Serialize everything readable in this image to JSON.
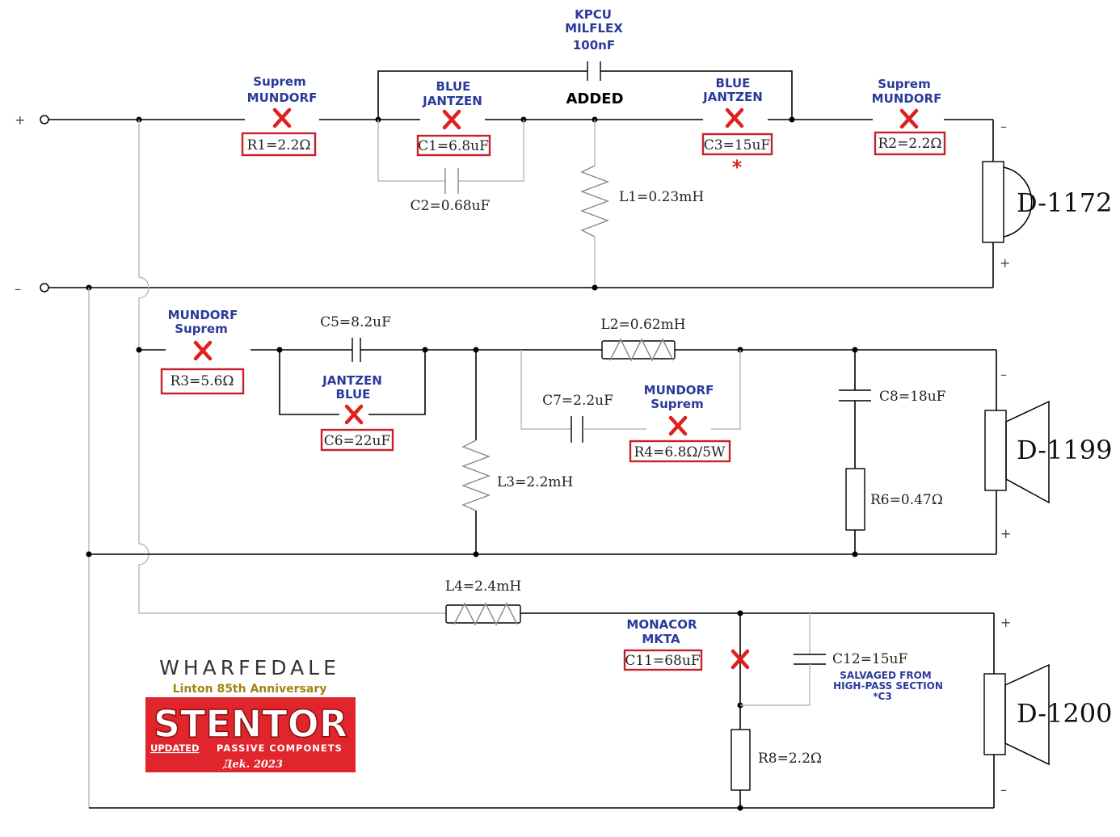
{
  "terminals": {
    "plus": "+",
    "minus": "–"
  },
  "tweeter": {
    "speaker": "D-1172",
    "r1": {
      "label": "R1=2.2Ω",
      "brand1": "Suprem",
      "brand2": "MUNDORF"
    },
    "c1": {
      "label": "C1=6.8uF",
      "brand1": "BLUE",
      "brand2": "JANTZEN"
    },
    "c2": {
      "label": "C2=0.68uF"
    },
    "l1": {
      "label": "L1=0.23mH"
    },
    "c3": {
      "label": "C3=15uF",
      "brand1": "BLUE",
      "brand2": "JANTZEN",
      "note": "*"
    },
    "r2": {
      "label": "R2=2.2Ω",
      "brand1": "Suprem",
      "brand2": "MUNDORF"
    },
    "added": {
      "brand1": "KPCU",
      "brand2": "MILFLEX",
      "value": "100nF",
      "status": "ADDED"
    },
    "pol_top": "–",
    "pol_bottom": "+"
  },
  "midrange": {
    "speaker": "D-1199",
    "r3": {
      "label": "R3=5.6Ω",
      "brand1": "MUNDORF",
      "brand2": "Suprem"
    },
    "c5": {
      "label": "C5=8.2uF"
    },
    "c6": {
      "label": "C6=22uF",
      "brand1": "JANTZEN",
      "brand2": "BLUE"
    },
    "l2": {
      "label": "L2=0.62mH"
    },
    "c7": {
      "label": "C7=2.2uF"
    },
    "r4": {
      "label": "R4=6.8Ω/5W",
      "brand1": "MUNDORF",
      "brand2": "Suprem"
    },
    "l3": {
      "label": "L3=2.2mH"
    },
    "c8": {
      "label": "C8=18uF"
    },
    "r6": {
      "label": "R6=0.47Ω"
    },
    "pol_top": "–",
    "pol_bottom": "+"
  },
  "woofer": {
    "speaker": "D-1200",
    "l4": {
      "label": "L4=2.4mH"
    },
    "c11": {
      "label": "C11=68uF",
      "brand1": "MONACOR",
      "brand2": "MKTA"
    },
    "c12": {
      "label": "C12=15uF",
      "note1": "SALVAGED FROM",
      "note2": "HIGH-PASS SECTION",
      "note3": "*C3"
    },
    "r8": {
      "label": "R8=2.2Ω"
    },
    "pol_top": "+",
    "pol_bottom": "–"
  },
  "logo": {
    "brand": "WHARFEDALE",
    "edition": "Linton 85th Anniversary",
    "model": "STENTOR",
    "subtitle_u": "UPDATED",
    "subtitle": "PASSIVE COMPONETS",
    "date": "Дek. 2023",
    "colors": {
      "red": "#e0262c",
      "gold": "#a08418",
      "text": "#333333"
    }
  },
  "colors": {
    "mark": "#e02020",
    "box": "#c8202a",
    "brand": "#2a3a9a"
  }
}
